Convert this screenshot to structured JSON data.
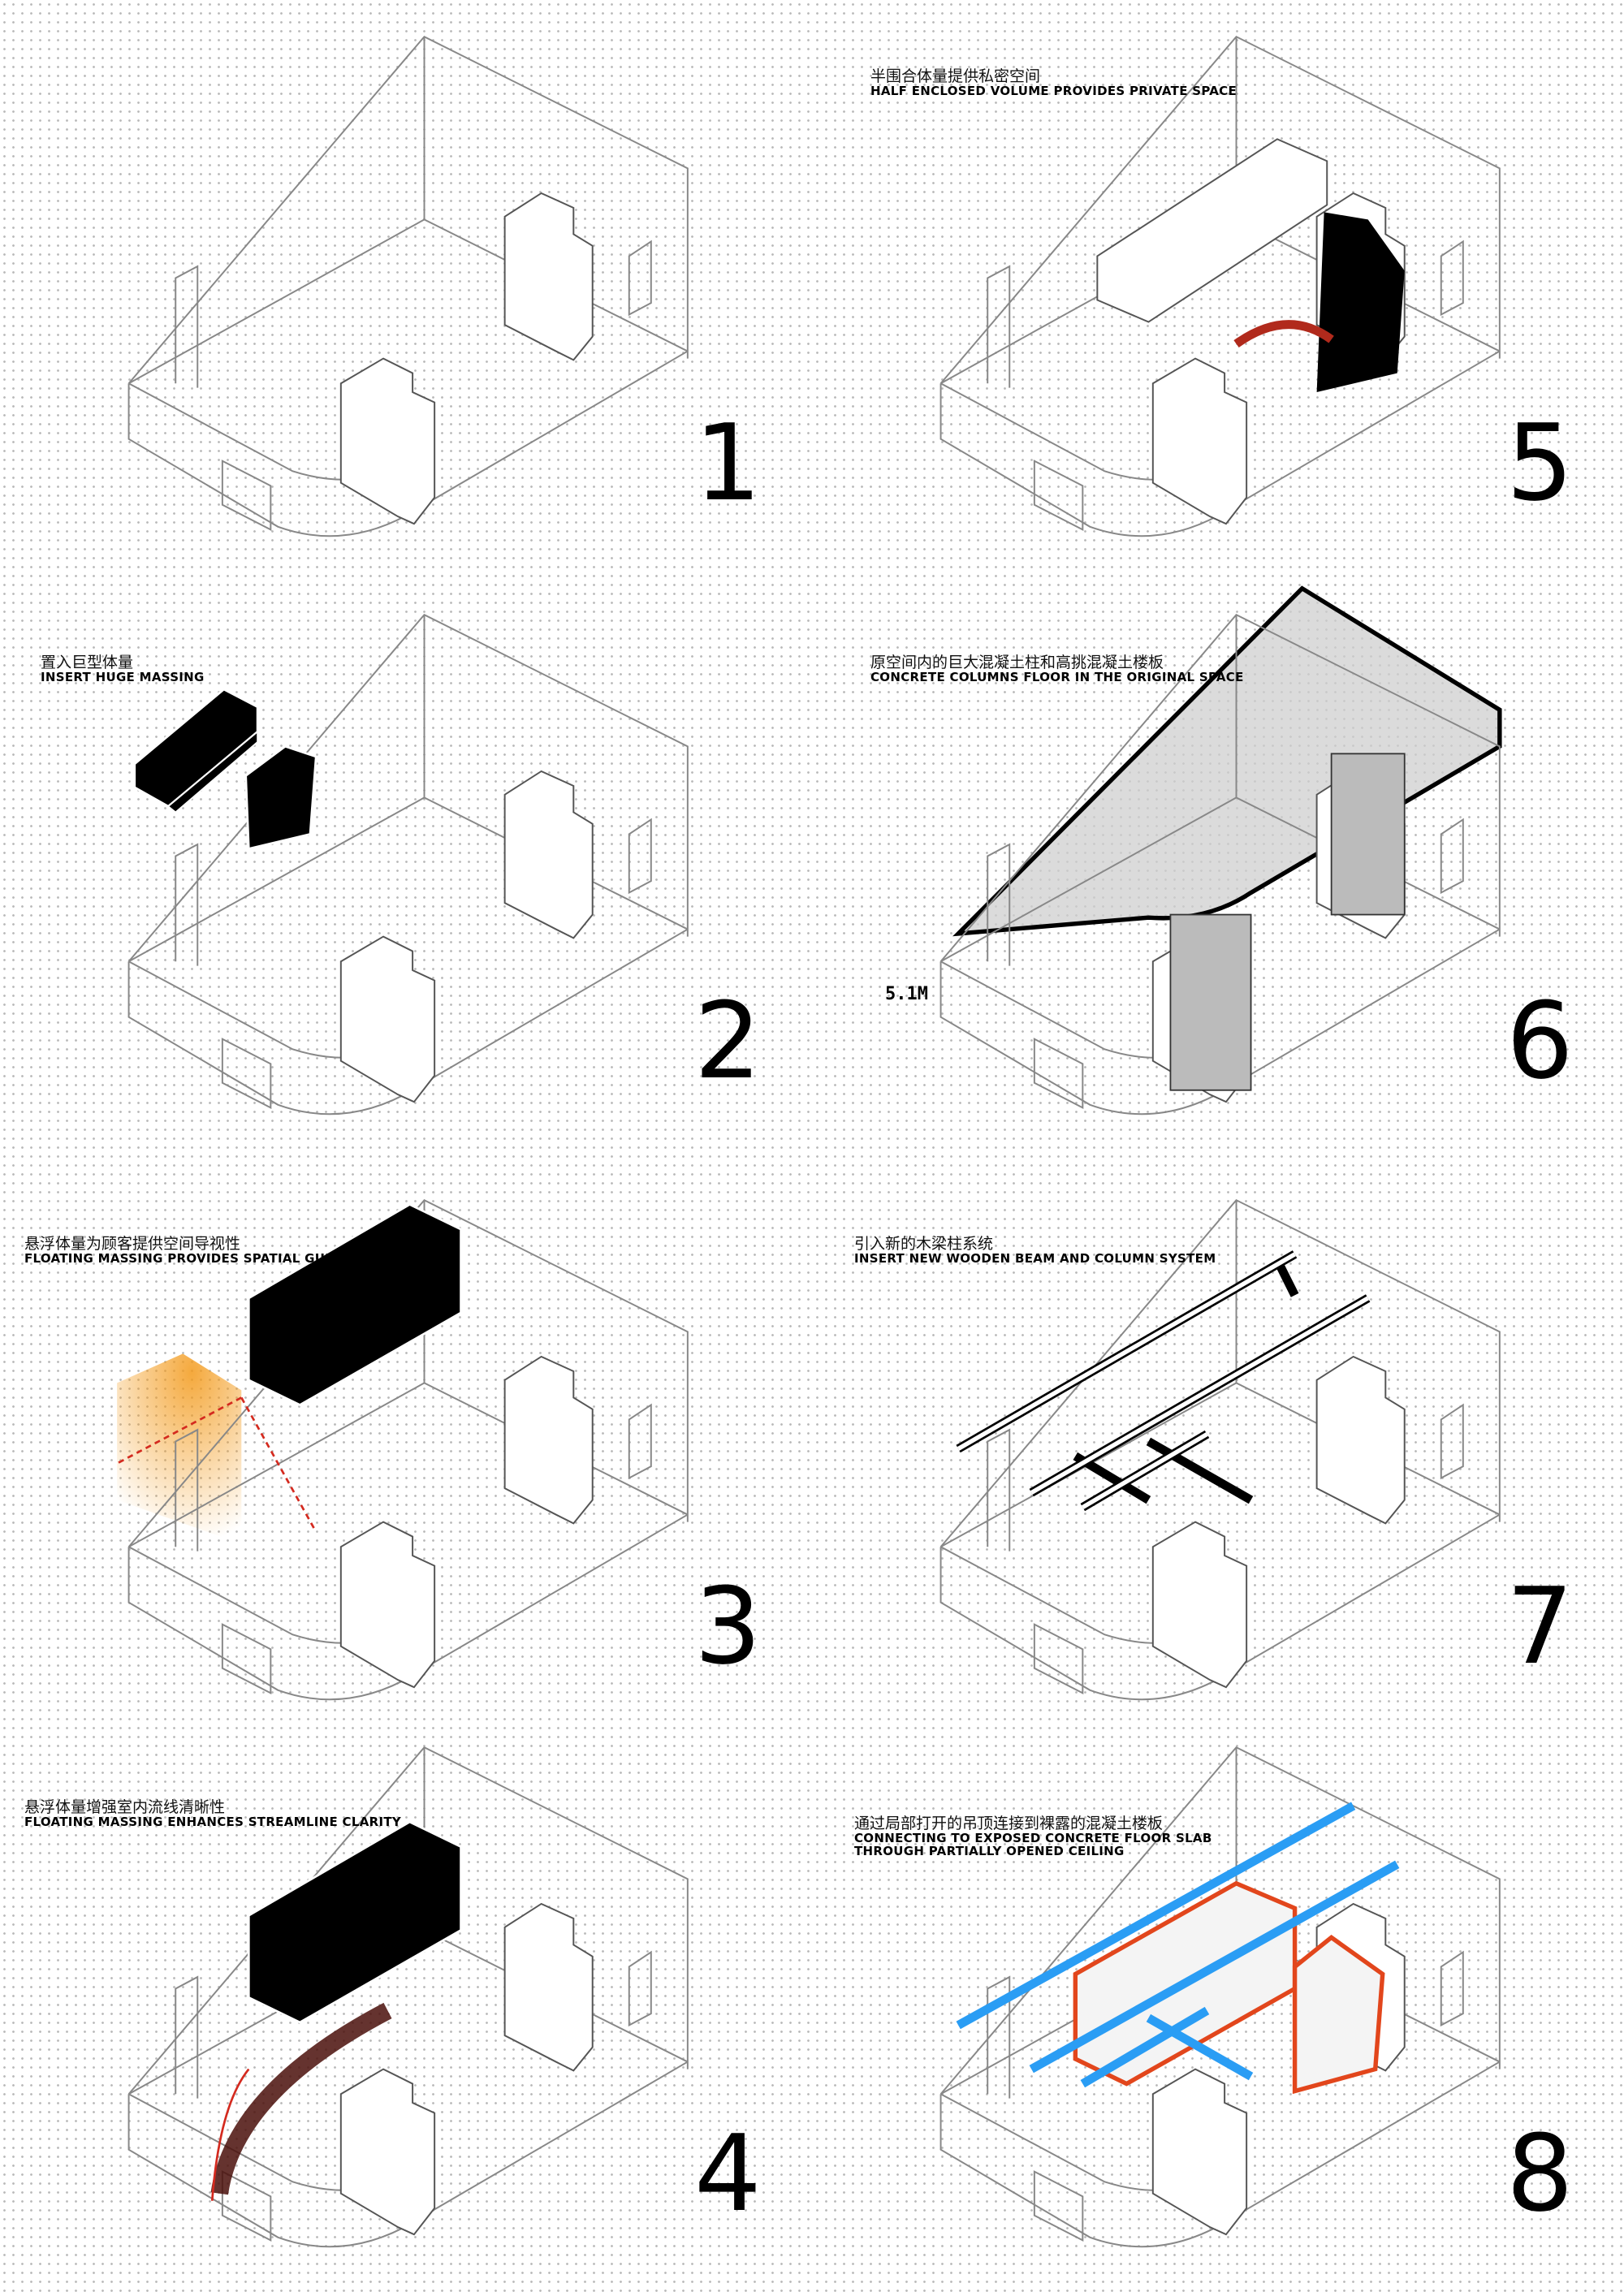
{
  "panels": [
    {
      "number": "1",
      "caption_cn": "",
      "caption_en": ""
    },
    {
      "number": "2",
      "caption_cn": "置入巨型体量",
      "caption_en": "INSERT HUGE MASSING"
    },
    {
      "number": "3",
      "caption_cn": "悬浮体量为顾客提供空间导视性",
      "caption_en": "FLOATING MASSING PROVIDES SPATIAL GUIDANCE"
    },
    {
      "number": "4",
      "caption_cn": "悬浮体量增强室内流线清晰性",
      "caption_en": "FLOATING MASSING ENHANCES STREAMLINE CLARITY"
    },
    {
      "number": "5",
      "caption_cn": "半围合体量提供私密空间",
      "caption_en": "HALF ENCLOSED VOLUME PROVIDES PRIVATE SPACE"
    },
    {
      "number": "6",
      "caption_cn": "原空间内的巨大混凝土柱和高挑混凝土楼板",
      "caption_en": "CONCRETE COLUMNS FLOOR IN THE ORIGINAL SPACE",
      "dimension": "5.1M"
    },
    {
      "number": "7",
      "caption_cn": "引入新的木梁柱系统",
      "caption_en": "INSERT NEW WOODEN BEAM AND COLUMN SYSTEM"
    },
    {
      "number": "8",
      "caption_cn": "通过局部打开的吊顶连接到裸露的混凝土楼板",
      "caption_en": "CONNECTING TO EXPOSED CONCRETE FLOOR SLAB",
      "caption_en2": "THROUGH PARTIALLY OPENED CEILING"
    }
  ],
  "colors": {
    "massing": "#000000",
    "glow": "#f39a1b",
    "arrow": "#d42a1f",
    "beam_blue": "#2a9df4",
    "outline_orange": "#e2461c",
    "slab": "#cfcfcf"
  }
}
